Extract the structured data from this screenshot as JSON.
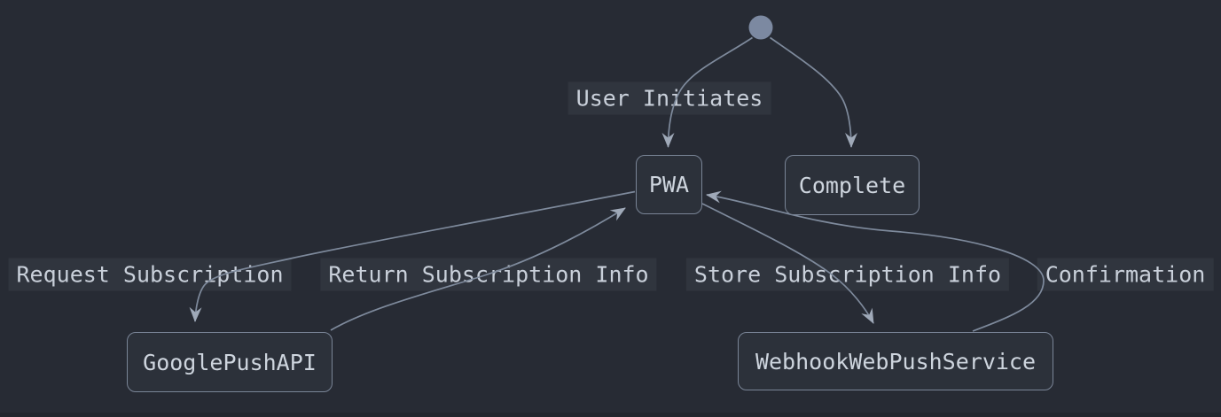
{
  "diagram": {
    "type": "state-diagram",
    "background": "#272b34",
    "colors": {
      "node_fill": "#2c313a",
      "node_border": "#7a8597",
      "node_text": "#ced5de",
      "edge_line": "#7e8a9c",
      "arrowhead": "#9fa9b8",
      "label_bg": "#30353e",
      "label_text": "#c9d0da",
      "initial_state_fill": "#7c89a1"
    },
    "initial_state": {
      "shape": "filled-circle"
    },
    "nodes": [
      {
        "id": "PWA",
        "label": "PWA"
      },
      {
        "id": "Complete",
        "label": "Complete"
      },
      {
        "id": "GooglePushAPI",
        "label": "GooglePushAPI"
      },
      {
        "id": "WebhookWebPushService",
        "label": "WebhookWebPushService"
      }
    ],
    "edges": [
      {
        "from": "initial",
        "to": "PWA",
        "label": "User Initiates"
      },
      {
        "from": "initial",
        "to": "Complete",
        "label": ""
      },
      {
        "from": "PWA",
        "to": "GooglePushAPI",
        "label": "Request Subscription"
      },
      {
        "from": "GooglePushAPI",
        "to": "PWA",
        "label": "Return Subscription Info"
      },
      {
        "from": "PWA",
        "to": "WebhookWebPushService",
        "label": "Store Subscription Info"
      },
      {
        "from": "WebhookWebPushService",
        "to": "PWA",
        "label": "Confirmation"
      }
    ]
  }
}
